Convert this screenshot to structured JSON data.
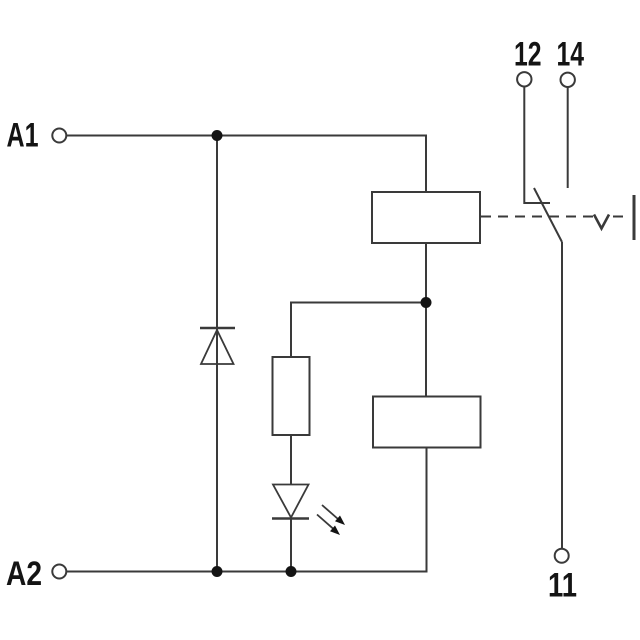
{
  "diagram_type": "relay-module-wiring-schematic",
  "colors": {
    "line": "#3a3a3a",
    "ink": "#141414",
    "background": "#ffffff"
  },
  "labels": {
    "coil_plus": "A1",
    "coil_minus": "A2",
    "contact_nc": "12",
    "contact_no": "14",
    "contact_common": "11"
  },
  "components": {
    "coil_upper": "relay-coil-icon",
    "coil_lower": "relay-coil-icon",
    "diode": "freewheel-diode-icon",
    "resistor": "resistor-icon",
    "led": "led-icon",
    "contact": "changeover-contact-icon",
    "mech_link": "mechanical-link-icon",
    "terminals": "terminal-circle-icon",
    "junctions": "junction-dot-icon"
  }
}
